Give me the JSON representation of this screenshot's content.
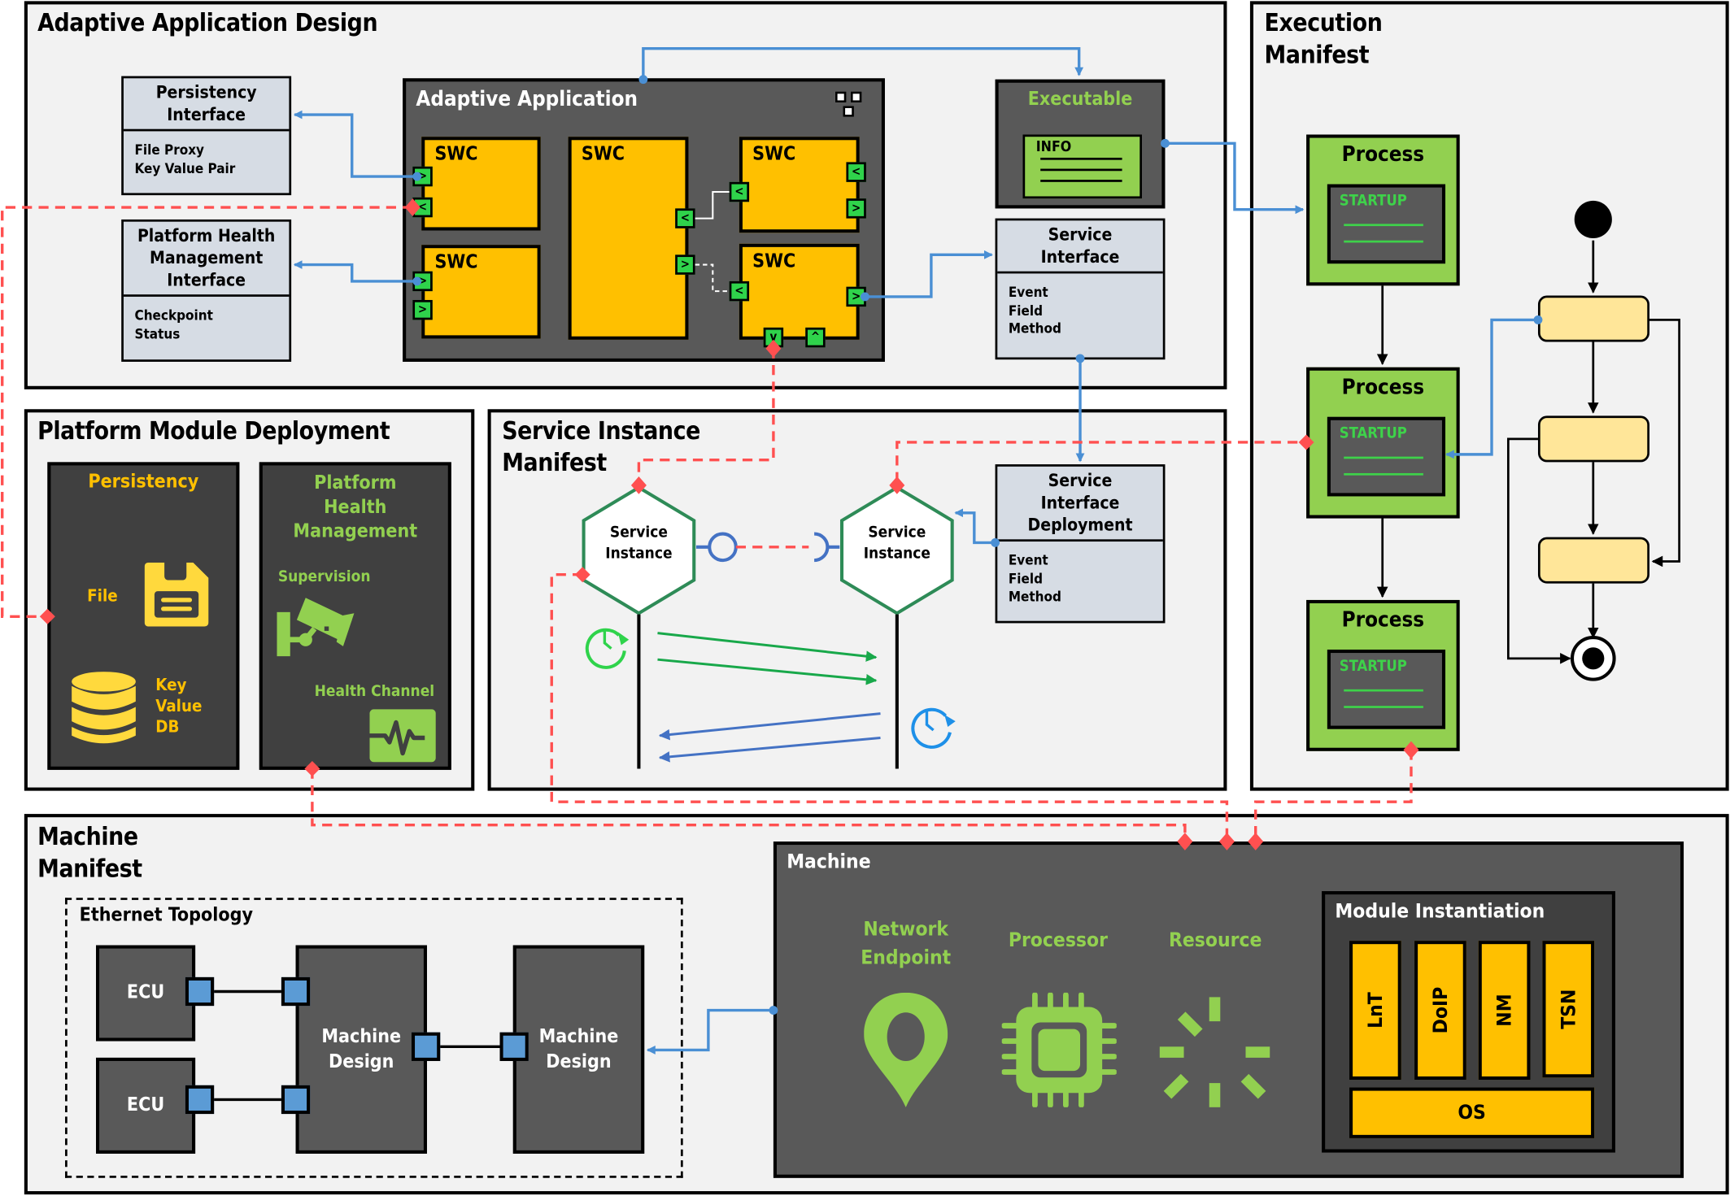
{
  "adaptive_application_design": {
    "title": "Adaptive Application Design",
    "persistency_interface": {
      "title": "Persistency\nInterface",
      "items": "File Proxy\nKey Value Pair"
    },
    "phm_interface": {
      "title": "Platform Health\nManagement\nInterface",
      "items": "Checkpoint\nStatus"
    },
    "adaptive_application": {
      "title": "Adaptive Application",
      "swc_label": "SWC",
      "port_in": ">",
      "port_out": "<",
      "port_down": "v",
      "port_up": "^"
    },
    "executable": {
      "title": "Executable",
      "info": "INFO"
    },
    "service_interface": {
      "title": "Service\nInterface",
      "items": "Event\nField\nMethod"
    }
  },
  "execution_manifest": {
    "title": "Execution\nManifest",
    "process_label": "Process",
    "startup_label": "STARTUP"
  },
  "platform_module_deployment": {
    "title": "Platform Module Deployment",
    "persistency": {
      "title": "Persistency",
      "file": "File",
      "kvdb": "Key\nValue\nDB"
    },
    "phm": {
      "title": "Platform\nHealth\nManagement",
      "supervision": "Supervision",
      "health_channel": "Health Channel"
    }
  },
  "service_instance_manifest": {
    "title": "Service Instance\nManifest",
    "service_instance": "Service\nInstance",
    "deployment": {
      "title": "Service\nInterface\nDeployment",
      "items": "Event\nField\nMethod"
    }
  },
  "machine_manifest": {
    "title": "Machine\nManifest",
    "ethernet_topology": {
      "title": "Ethernet Topology",
      "ecu": "ECU",
      "machine_design": "Machine\nDesign"
    },
    "machine": {
      "title": "Machine",
      "network_endpoint": "Network\nEndpoint",
      "processor": "Processor",
      "resource": "Resource",
      "module_instantiation": {
        "title": "Module Instantiation",
        "modules": [
          "LnT",
          "DoIP",
          "NM",
          "TSN"
        ],
        "os": "OS"
      }
    }
  },
  "colors": {
    "panel_bg": "#f2f2f2",
    "dark_box": "#595959",
    "swc_yellow": "#ffc000",
    "port_green": "#2fd34b",
    "process_green": "#92d050",
    "interface_grey": "#d6dce4",
    "link_blue": "#4a8fd4",
    "trace_red": "#ff5050",
    "state_yellow": "#ffe699"
  }
}
